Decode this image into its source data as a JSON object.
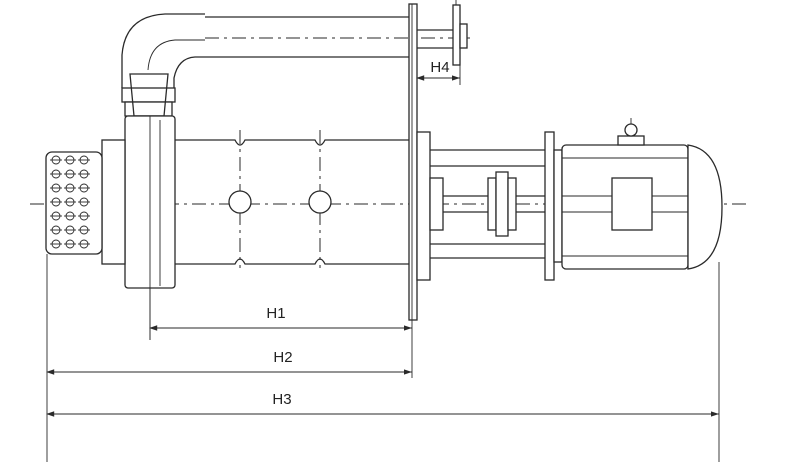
{
  "diagram": {
    "dimensions": [
      {
        "id": "h1",
        "label": "H1"
      },
      {
        "id": "h2",
        "label": "H2"
      },
      {
        "id": "h3",
        "label": "H3"
      },
      {
        "id": "h4",
        "label": "H4"
      }
    ]
  }
}
